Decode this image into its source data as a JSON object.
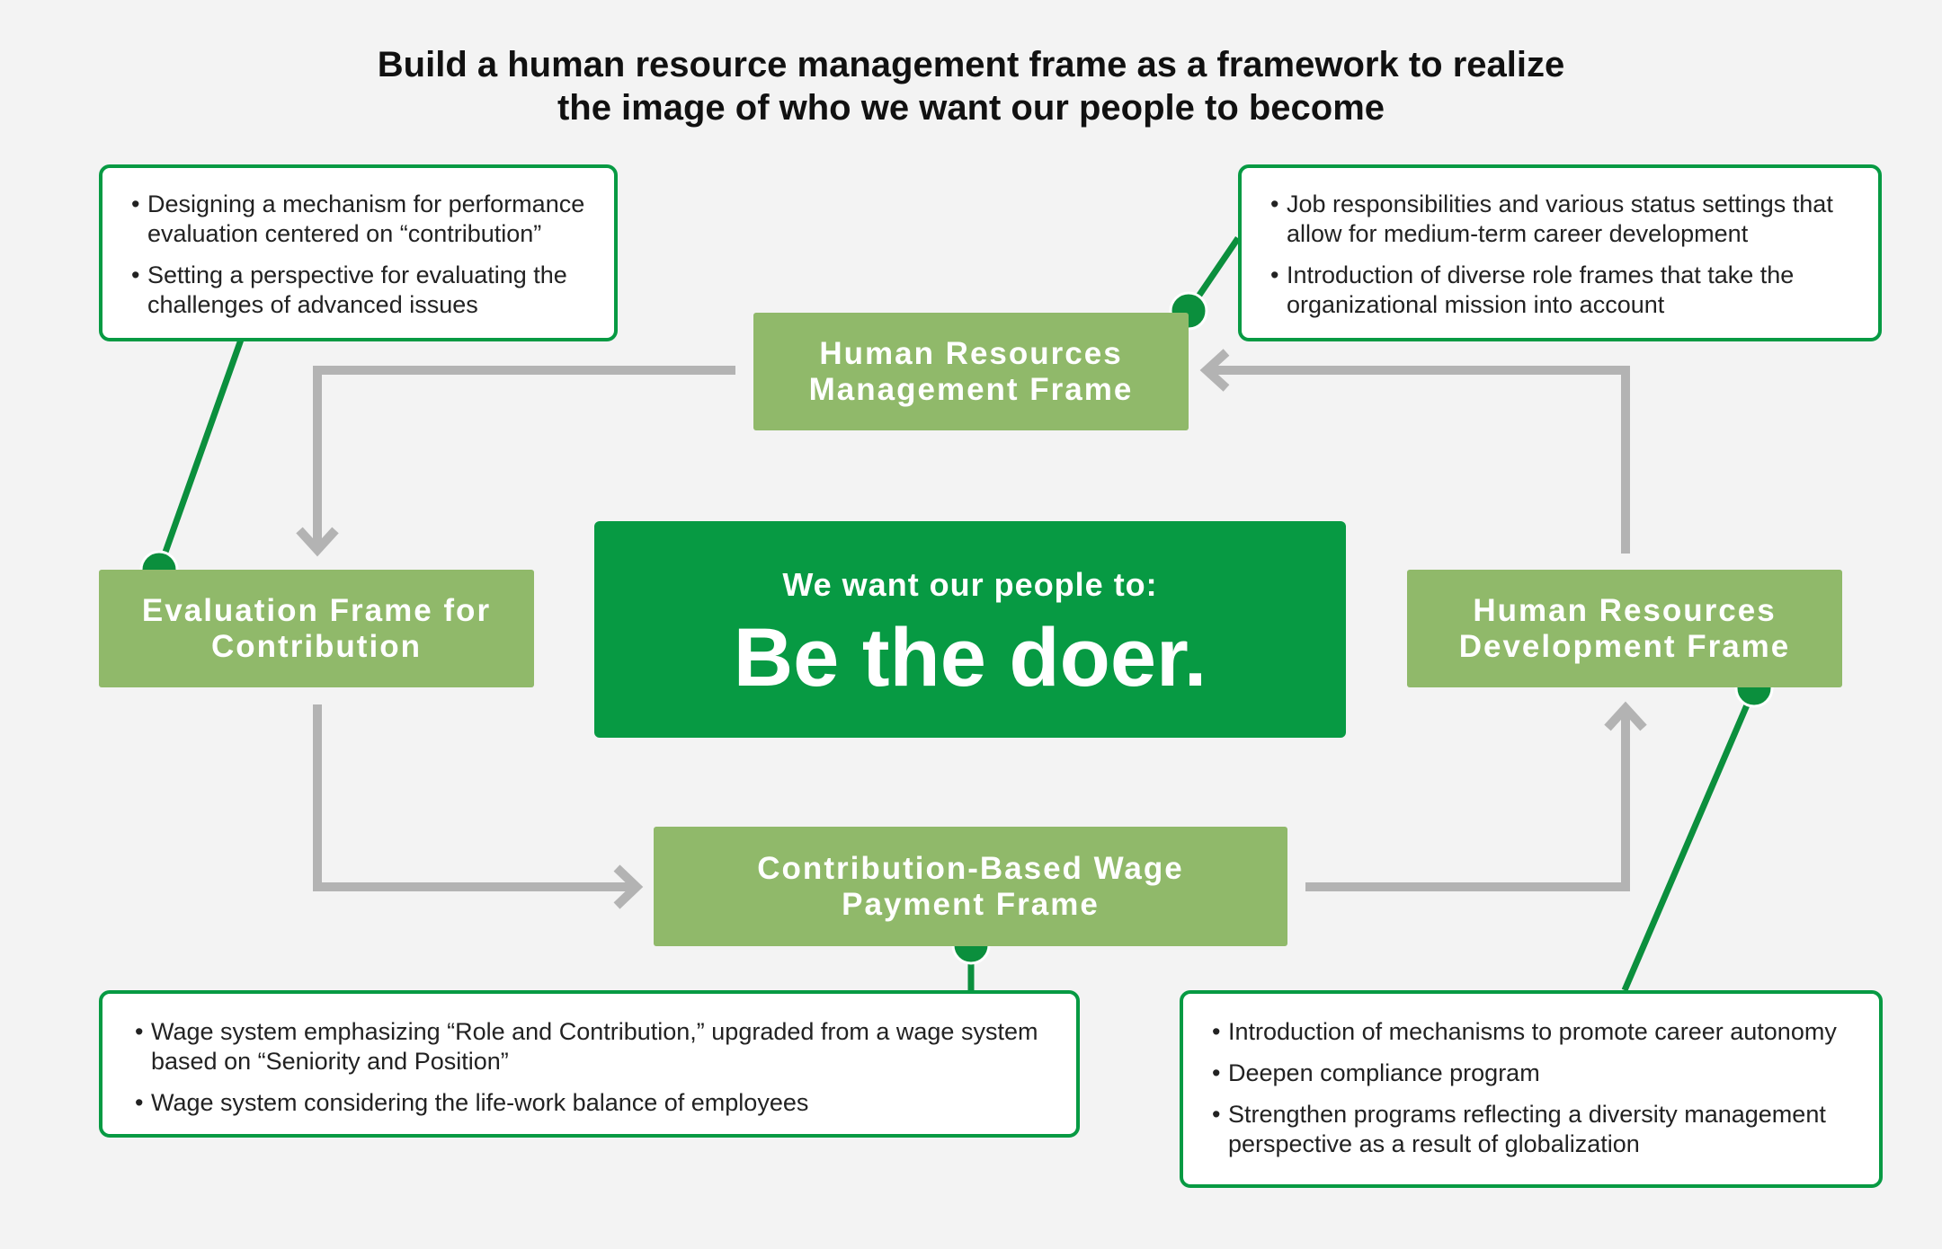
{
  "title": {
    "line1": "Build a human resource management frame as a framework to realize",
    "line2": "the image of who we want our people to become"
  },
  "center": {
    "subtitle": "We want our people to:",
    "headline": "Be the doer."
  },
  "frames": {
    "hr_management": {
      "line1": "Human Resources",
      "line2": "Management Frame"
    },
    "evaluation": {
      "line1": "Evaluation Frame for",
      "line2": "Contribution"
    },
    "development": {
      "line1": "Human Resources",
      "line2": "Development Frame"
    },
    "wage": {
      "line1": "Contribution-Based Wage",
      "line2": "Payment Frame"
    }
  },
  "notes": {
    "evaluation": [
      "Designing a mechanism for performance evaluation centered on “contribution”",
      "Setting a perspective for evaluating the challenges of advanced issues"
    ],
    "hr_management": [
      "Job responsibilities and various status settings that allow for medium-term career development",
      "Introduction of diverse role frames that take the organizational mission into account"
    ],
    "wage": [
      "Wage system emphasizing “Role and Contribution,” upgraded from a wage system based on “Seniority and Position”",
      "Wage system considering the life-work balance of employees"
    ],
    "development": [
      "Introduction of mechanisms to promote career autonomy",
      "Deepen compliance program",
      "Strengthen programs reflecting a diversity management perspective as a result of globalization"
    ]
  },
  "colors": {
    "accent_green": "#079a43",
    "frame_green": "#90b96a",
    "arrow_gray": "#b3b3b3",
    "background": "#f3f3f3"
  }
}
